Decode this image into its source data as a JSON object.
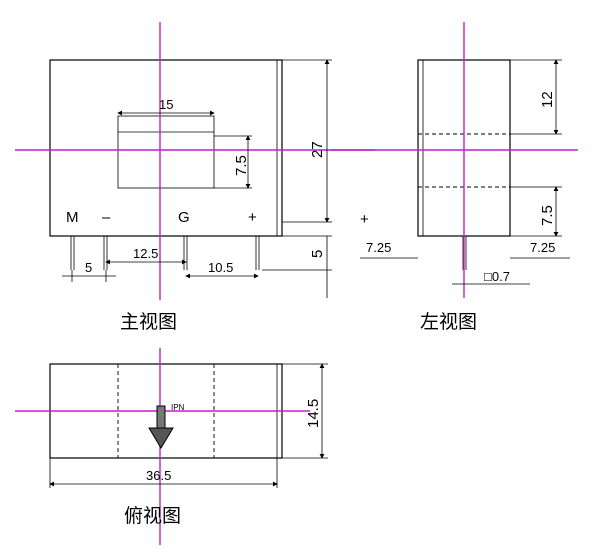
{
  "colors": {
    "centerline": "#c020c0",
    "outline": "#000000",
    "background": "#ffffff"
  },
  "front_view": {
    "caption": "主视图",
    "pins": {
      "m": "M",
      "minus": "–",
      "g": "G",
      "plus": "+"
    },
    "dims": {
      "aperture_width": "15",
      "aperture_height": "7.5",
      "body_height": "27",
      "pin_length": "5",
      "pin_pitch_first": "5",
      "pin_pitch_second": "12.5",
      "pin_pitch_third": "10.5"
    }
  },
  "side_view": {
    "caption": "左视图",
    "plus_mark": "+",
    "dims": {
      "upper_height": "12",
      "lower_height": "7.5",
      "left_offset": "7.25",
      "right_offset": "7.25",
      "pin_size": "□0.7"
    }
  },
  "top_view": {
    "caption": "俯视图",
    "current_label": "IPN",
    "dims": {
      "depth": "14.5",
      "length": "36.5"
    }
  }
}
